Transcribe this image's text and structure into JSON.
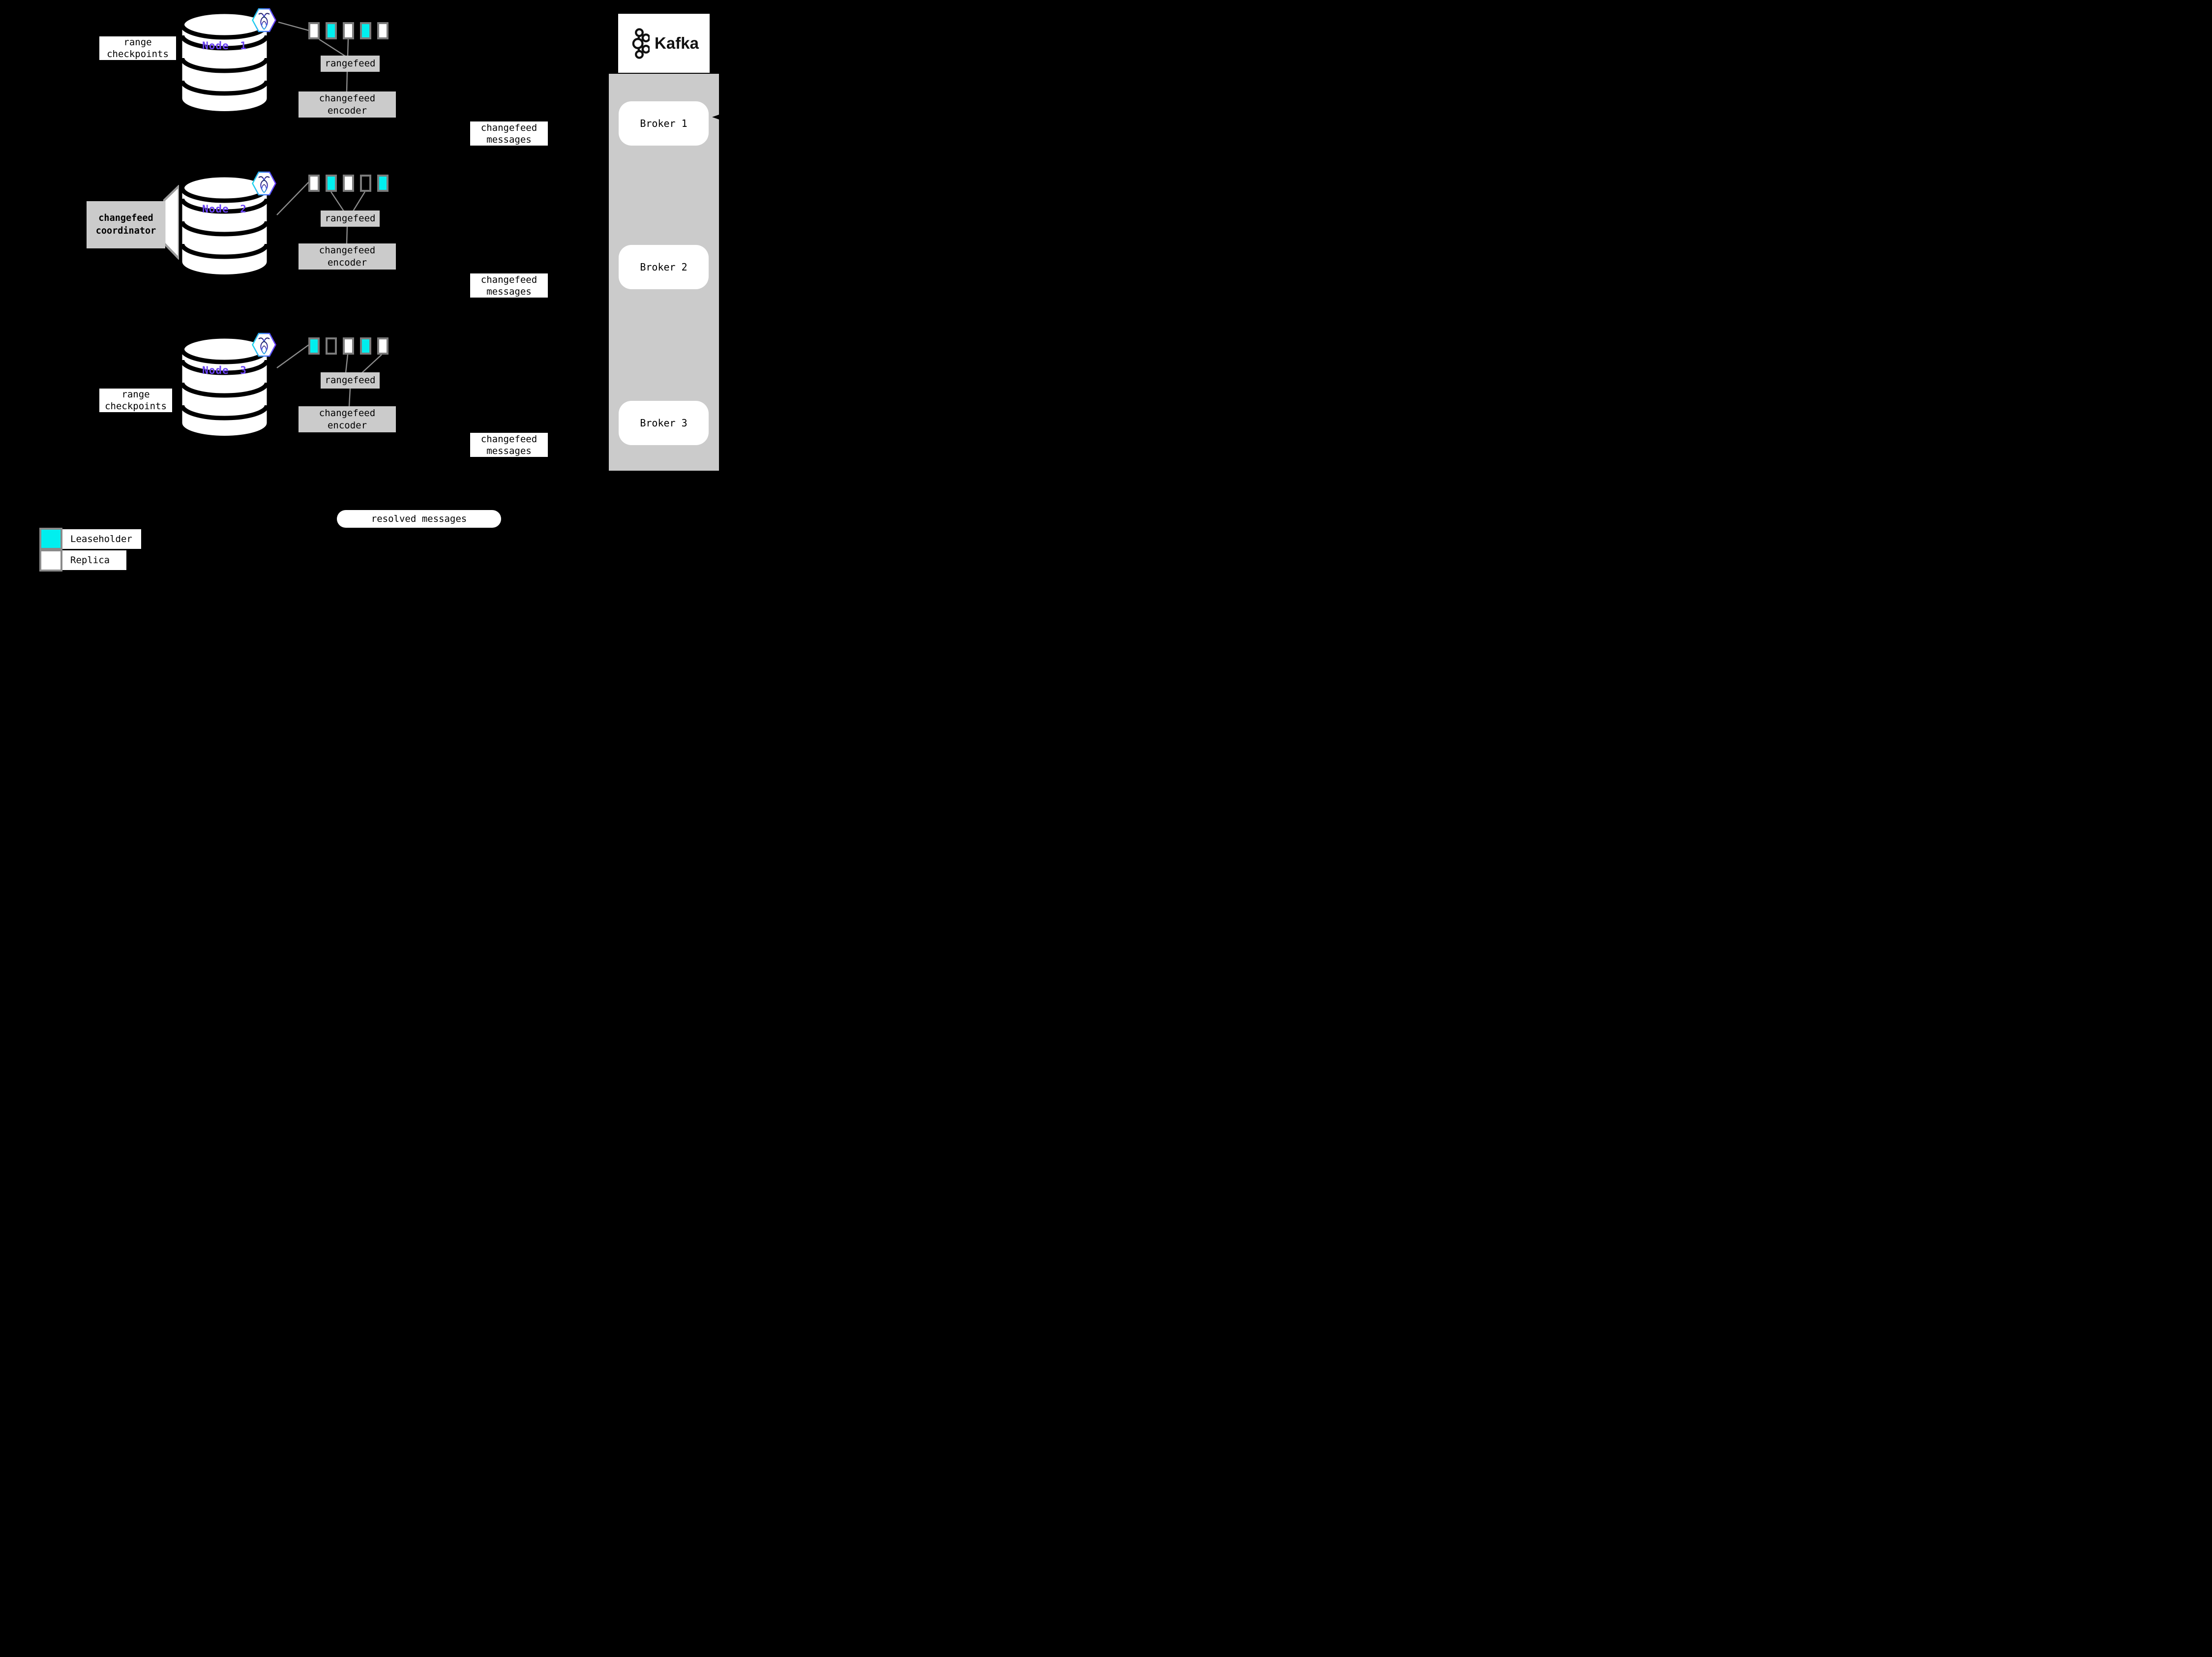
{
  "colors": {
    "background": "#000000",
    "leaseholder": "#00efef",
    "replica": "#ffffff",
    "panel_gray": "#cbcbcb",
    "line_gray": "#8c8c8c",
    "square_border": "#7b7b7b",
    "node_name": "#6a42f5",
    "text": "#000000"
  },
  "nodes": [
    {
      "name": "Node 1",
      "range_label": "range\ncheckpoints",
      "squares": [
        "replica",
        "leaseholder",
        "replica",
        "leaseholder",
        "replica"
      ],
      "rangefeed_label": "rangefeed",
      "encoder_label": "changefeed\nencoder",
      "messages_label": "changefeed\nmessages"
    },
    {
      "name": "Node 2",
      "coordinator_label": "changefeed\ncoordinator",
      "squares": [
        "replica",
        "leaseholder",
        "replica",
        "empty",
        "leaseholder"
      ],
      "rangefeed_label": "rangefeed",
      "encoder_label": "changefeed\nencoder",
      "messages_label": "changefeed\nmessages"
    },
    {
      "name": "Node 3",
      "range_label": "range\ncheckpoints",
      "squares": [
        "leaseholder",
        "empty",
        "replica",
        "leaseholder",
        "replica"
      ],
      "rangefeed_label": "rangefeed",
      "encoder_label": "changefeed\nencoder",
      "messages_label": "changefeed\nmessages"
    }
  ],
  "kafka": {
    "title": "Kafka",
    "brokers": [
      "Broker 1",
      "Broker 2",
      "Broker 3"
    ]
  },
  "resolved_label": "resolved messages",
  "legend": {
    "leaseholder": "Leaseholder",
    "replica": "Replica"
  }
}
